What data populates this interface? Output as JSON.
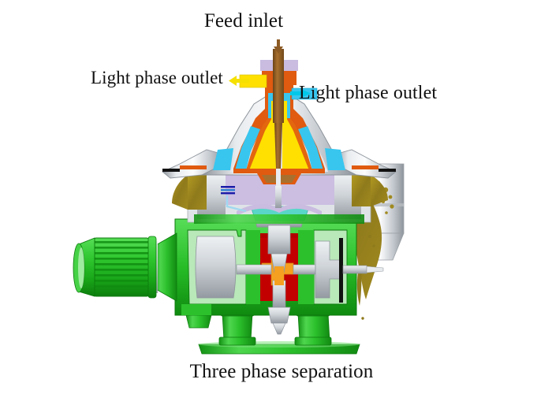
{
  "figure": {
    "title": "Three phase separator centrifuge cutaway diagram",
    "background_color": "#ffffff"
  },
  "labels": {
    "feed_inlet": "Feed inlet",
    "light_phase_outlet_left": "Light phase outlet",
    "light_phase_outlet_right": "Light phase outlet",
    "caption": "Three phase separation"
  },
  "arrows": {
    "feed_inlet_arrow_color": "#8c5a24",
    "feed_inlet_arrow_direction": "down",
    "left_outlet_arrow_color": "#f5e000",
    "left_outlet_arrow_direction": "left",
    "right_outlet_arrow_color": "#00c8e8",
    "right_outlet_arrow_direction": "right"
  },
  "palette": {
    "housing_green": "#23b723",
    "housing_green_light": "#b9e8b9",
    "housing_green_mid": "#35c935",
    "oil_chamber_red": "#c20000",
    "gear_orange": "#f5a020",
    "steel_gray": "#c9cdd2",
    "steel_gray_dark": "#8d949b",
    "steel_gray_light": "#eef1f3",
    "light_phase_yellow": "#ffe000",
    "light_phase_cyan": "#38c6ef",
    "disc_stack_orange": "#e05a10",
    "feed_pipe_brown": "#8c5a24",
    "heavy_phase_olive": "#9a8420",
    "lavender": "#c9bce0",
    "teal_seal": "#59d6c8"
  },
  "components": [
    {
      "name": "feed-inlet-pipe",
      "color": "#8c5a24"
    },
    {
      "name": "light-phase-outlet-port-left",
      "color": "#ffe000"
    },
    {
      "name": "light-phase-outlet-port-right",
      "color": "#38c6ef"
    },
    {
      "name": "separator-bowl-shell",
      "color": "#c9cdd2"
    },
    {
      "name": "disc-stack",
      "color": "#e05a10"
    },
    {
      "name": "light-phase-zone",
      "color": "#ffe000"
    },
    {
      "name": "heavy-phase-zone",
      "color": "#38c6ef"
    },
    {
      "name": "solids-discharge-chute",
      "color": "#c9cdd2"
    },
    {
      "name": "solids-discharge-stream",
      "color": "#9a8420"
    },
    {
      "name": "drive-motor",
      "color": "#23b723"
    },
    {
      "name": "gearbox-housing",
      "color": "#23b723"
    },
    {
      "name": "oil-chamber",
      "color": "#c20000"
    },
    {
      "name": "worm-gear",
      "color": "#f5a020"
    },
    {
      "name": "vertical-spindle",
      "color": "#c9cdd2"
    },
    {
      "name": "horizontal-drive-shaft",
      "color": "#c9cdd2"
    },
    {
      "name": "support-leg-left",
      "color": "#23b723"
    },
    {
      "name": "support-leg-right",
      "color": "#23b723"
    },
    {
      "name": "base-plate",
      "color": "#23b723"
    }
  ]
}
